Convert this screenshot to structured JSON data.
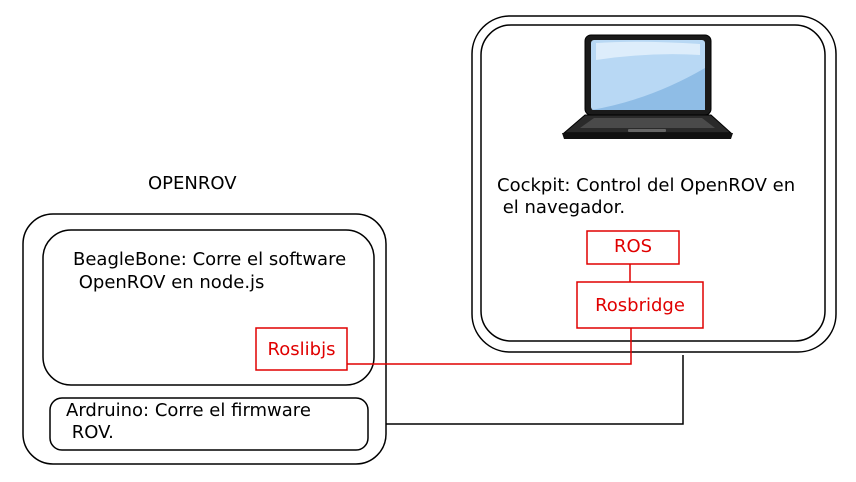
{
  "openrov": {
    "title": "OPENROV",
    "beaglebone_line1": "BeagleBone: Corre el software",
    "beaglebone_line2": " OpenROV en node.js",
    "roslibjs": "Roslibjs",
    "arduino_line1": "Ardruino: Corre el firmware",
    "arduino_line2": " ROV."
  },
  "cockpit": {
    "line1": "Cockpit: Control del OpenROV en",
    "line2": " el navegador.",
    "ros": "ROS",
    "rosbridge": "Rosbridge",
    "laptop_icon": "laptop-icon"
  },
  "colors": {
    "outline": "#000000",
    "accent": "#e00000"
  }
}
